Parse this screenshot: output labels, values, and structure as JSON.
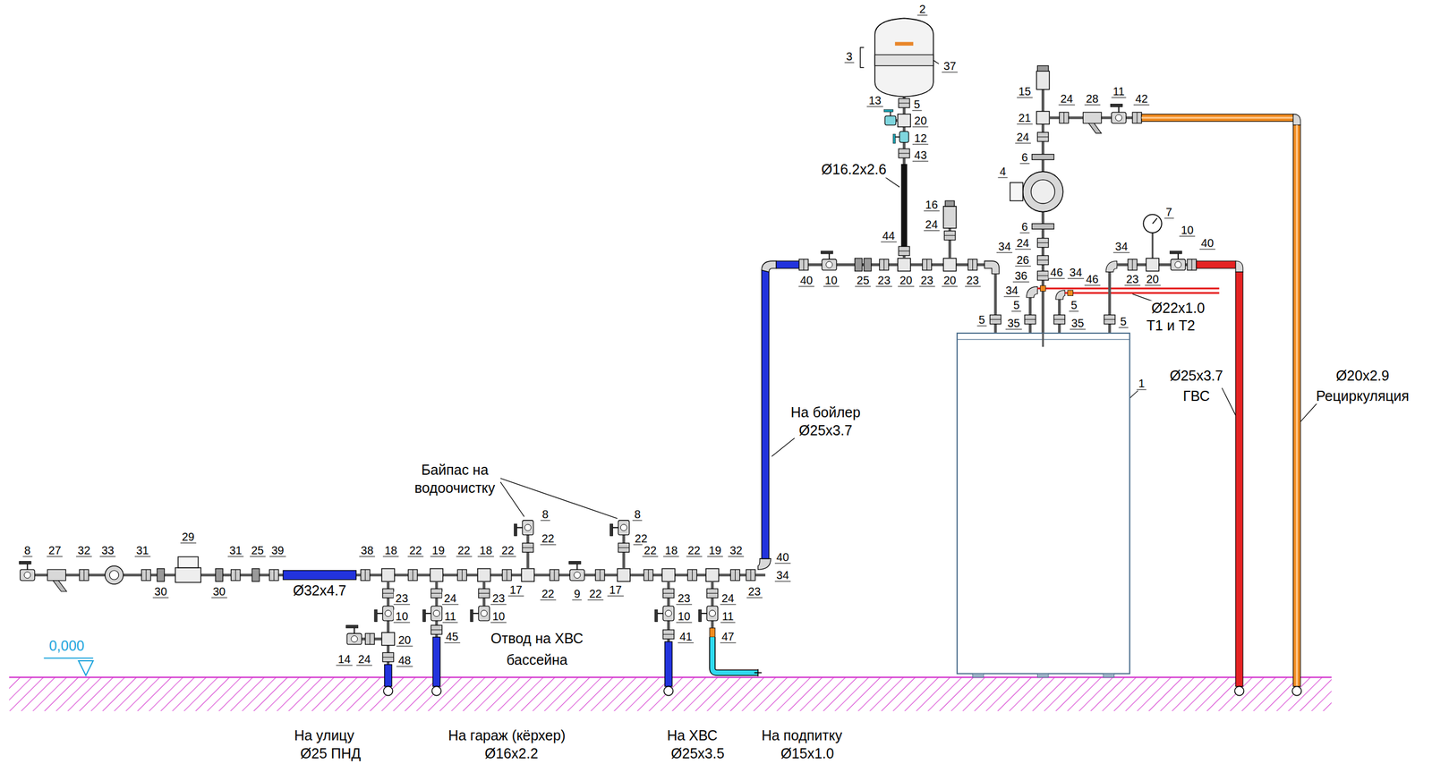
{
  "diagram": {
    "labels": [
      "2",
      "3",
      "37",
      "13",
      "5",
      "20",
      "12",
      "43",
      "Ø16.2x2.6",
      "16",
      "24",
      "44",
      "34",
      "40",
      "10",
      "25",
      "23",
      "20",
      "23",
      "20",
      "23",
      "15",
      "24",
      "28",
      "11",
      "42",
      "21",
      "24",
      "6",
      "4",
      "6",
      "24",
      "26",
      "36",
      "46",
      "34",
      "34",
      "7",
      "34",
      "46",
      "23",
      "20",
      "10",
      "40",
      "Ø22x1.0",
      "Т1 и Т2",
      "5",
      "5",
      "35",
      "5",
      "35",
      "5",
      "1",
      "Ø25x3.7",
      "ГВС",
      "Ø20x2.9",
      "Рециркуляция",
      "На бойлер",
      "Ø25x3.7",
      "Байпас на",
      "водоочистку",
      "8",
      "22",
      "8",
      "22",
      "8",
      "27",
      "32",
      "33",
      "31",
      "29",
      "31",
      "25",
      "39",
      "38",
      "18",
      "22",
      "19",
      "22",
      "18",
      "22",
      "22",
      "18",
      "22",
      "19",
      "32",
      "40",
      "34",
      "30",
      "30",
      "Ø32x4.7",
      "17",
      "22",
      "9",
      "22",
      "17",
      "23",
      "23",
      "10",
      "20",
      "14",
      "24",
      "48",
      "24",
      "11",
      "45",
      "23",
      "10",
      "Отвод на ХВС",
      "бассейна",
      "23",
      "10",
      "41",
      "24",
      "11",
      "47",
      "0,000",
      "На улицу",
      "Ø25 ПНД",
      "На гараж (кёрхер)",
      "Ø16x2.2",
      "На ХВС",
      "Ø25x3.5",
      "На подпитку",
      "Ø15x1.0"
    ]
  }
}
